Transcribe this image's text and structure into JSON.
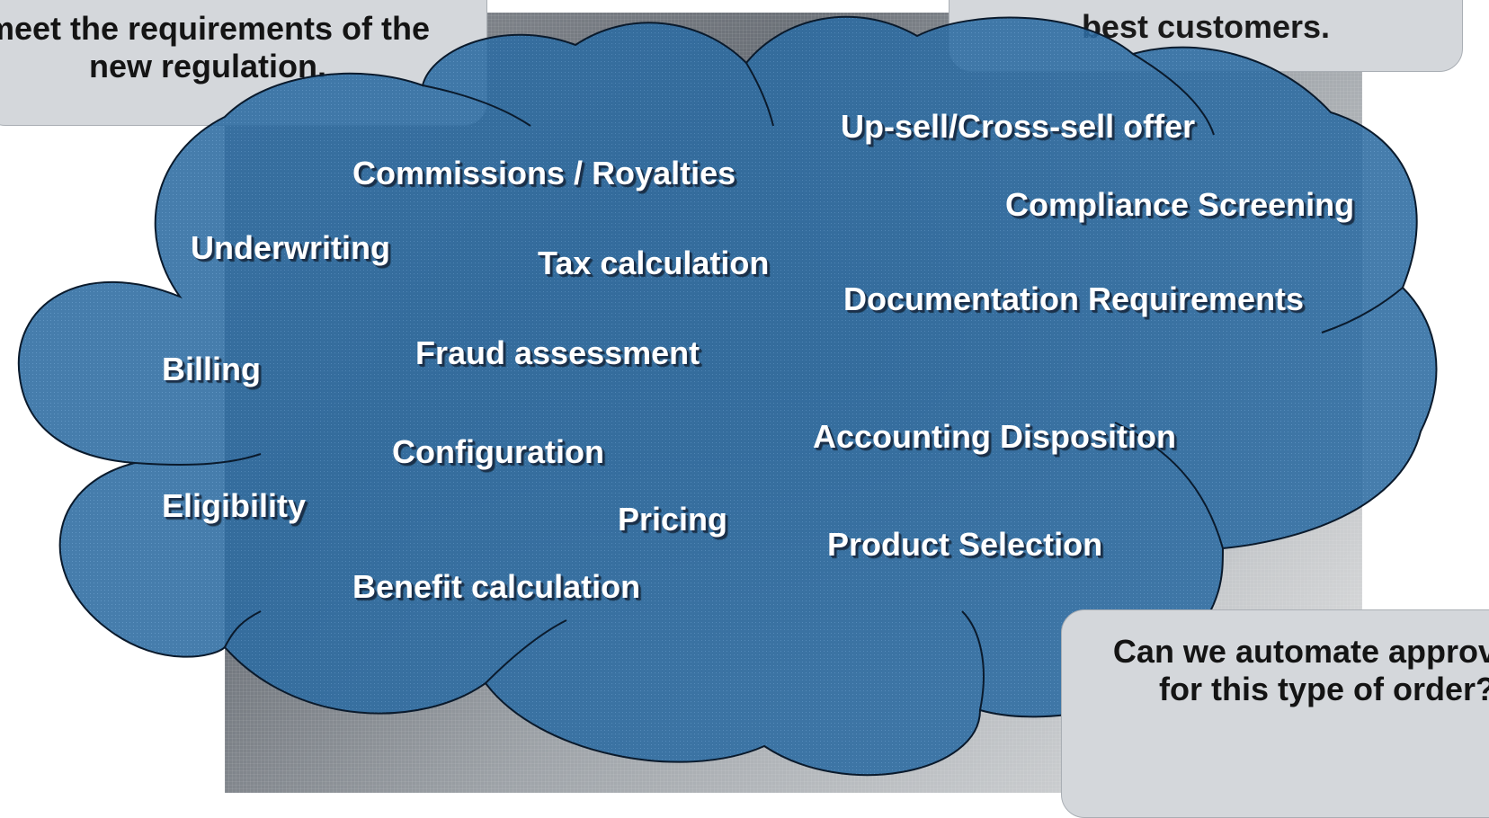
{
  "callouts": {
    "top_left": "meet the requirements of the new regulation.",
    "top_right": "best customers.",
    "bottom_right": "Can we automate approvals for this type of order?"
  },
  "terms": {
    "upsell": "Up-sell/Cross-sell offer",
    "commissions": "Commissions / Royalties",
    "compliance": "Compliance Screening",
    "underwriting": "Underwriting",
    "tax": "Tax calculation",
    "documentation": "Documentation Requirements",
    "billing": "Billing",
    "fraud": "Fraud assessment",
    "accounting": "Accounting Disposition",
    "configuration": "Configuration",
    "eligibility": "Eligibility",
    "pricing": "Pricing",
    "product_selection": "Product Selection",
    "benefit": "Benefit calculation"
  },
  "colors": {
    "cloud_fill": "#2c6ba1",
    "cloud_outline": "#0a1a2c",
    "callout_fill": "#d4d7db",
    "term_text": "#ffffff"
  }
}
